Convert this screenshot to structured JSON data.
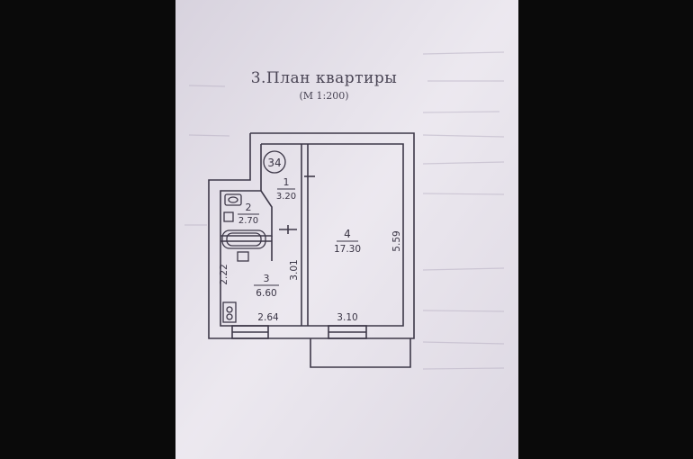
{
  "document": {
    "title": "3.План квартиры",
    "scale": "(М 1:200)",
    "apartment_number": "34"
  },
  "rooms": [
    {
      "number": "1",
      "area": "3.20"
    },
    {
      "number": "2",
      "area": "2.70"
    },
    {
      "number": "3",
      "area": "6.60"
    },
    {
      "number": "4",
      "area": "17.30"
    }
  ],
  "dimensions": {
    "room4_length": "5.59",
    "room4_width": "3.10",
    "room3_width": "2.64",
    "room3_length": "2.22",
    "partition_length": "3.01"
  },
  "colors": {
    "paper": "#e9e5ee",
    "ink": "#3a3545",
    "background": "#0a0a0a"
  }
}
